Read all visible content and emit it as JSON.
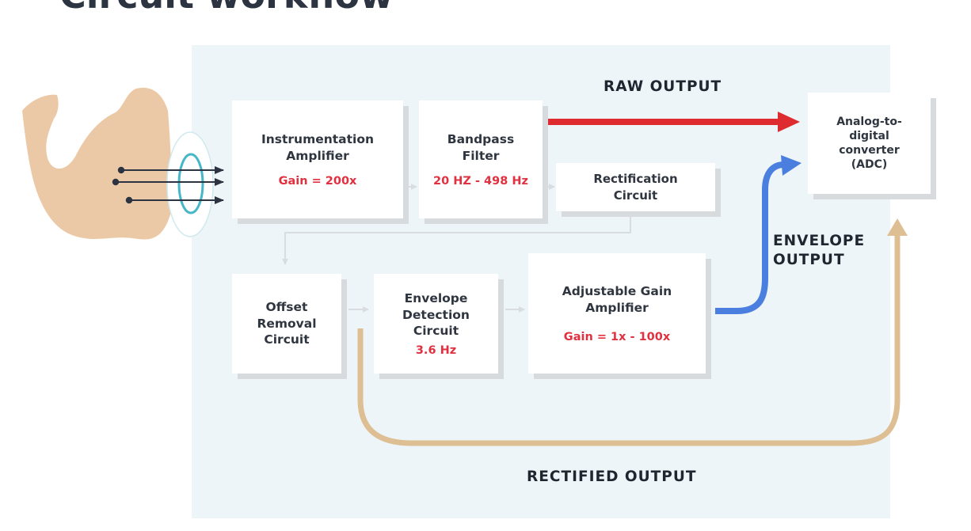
{
  "title": "Circuit workflow",
  "blocks": {
    "instrumentation_amplifier": {
      "name": "Instrumentation Amplifier",
      "param": "Gain = 200x"
    },
    "bandpass_filter": {
      "name": "Bandpass Filter",
      "param": "20 HZ - 498 Hz"
    },
    "rectification_circuit": {
      "name": "Rectification Circuit"
    },
    "offset_removal_circuit": {
      "name": "Offset Removal Circuit"
    },
    "envelope_detection_circuit": {
      "name": "Envelope Detection Circuit",
      "param": "3.6 Hz"
    },
    "adjustable_gain_amplifier": {
      "name": "Adjustable Gain Amplifier",
      "param": "Gain = 1x - 100x"
    },
    "adc": {
      "name": "Analog-to-digital converter (ADC)"
    }
  },
  "outputs": {
    "raw": "RAW OUTPUT",
    "envelope": "ENVELOPE OUTPUT",
    "rectified": "RECTIFIED OUTPUT"
  },
  "colors": {
    "raw_arrow": "#dd2b2f",
    "envelope_arrow": "#4a7fe0",
    "rectified_arrow": "#ddbf93",
    "param_text": "#e03140",
    "panel_bg": "#eef5f8",
    "arm": "#ecc9a6",
    "electrode": "#45b7c8"
  }
}
